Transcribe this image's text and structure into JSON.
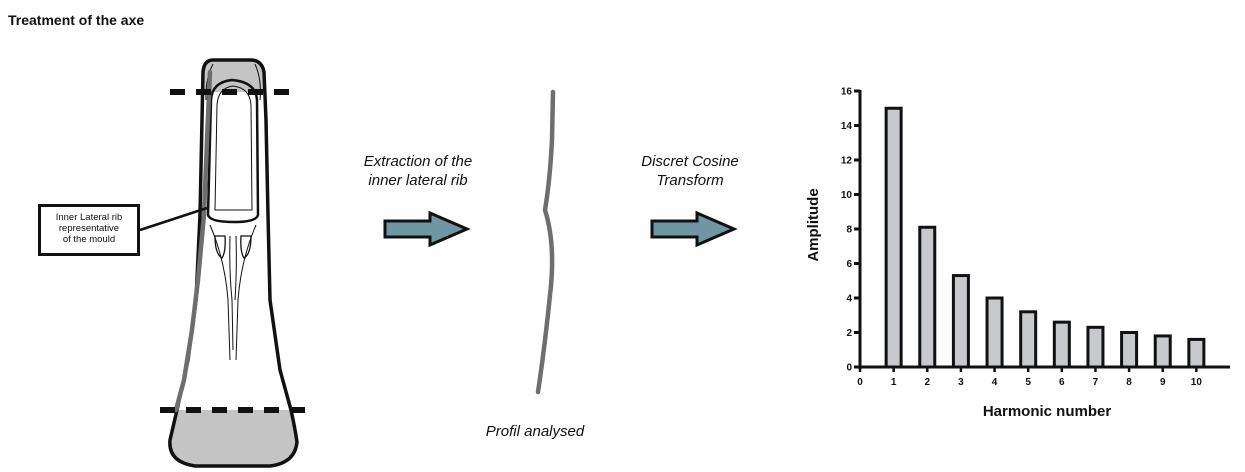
{
  "title": "Treatment of the axe",
  "callout": {
    "lines": [
      "Inner Lateral rib",
      "representative",
      "of the mould"
    ]
  },
  "step1": {
    "lines": [
      "Extraction of the",
      "inner lateral rib"
    ]
  },
  "step2": {
    "lines": [
      "Discret Cosine",
      "Transform"
    ]
  },
  "profile_caption": "Profil analysed",
  "colors": {
    "arrow_fill": "#6e97a3",
    "bar_fill": "#c7c9cc",
    "stroke": "#111111",
    "shaded": "#c4c4c4",
    "rib": "#6e6e6e"
  },
  "chart_data": {
    "type": "bar",
    "xlabel": "Harmonic number",
    "ylabel": "Amplitude",
    "xlim": [
      0,
      11
    ],
    "ylim": [
      0,
      16
    ],
    "x_ticks": [
      0,
      1,
      2,
      3,
      4,
      5,
      6,
      7,
      8,
      9,
      10
    ],
    "y_ticks": [
      0,
      2,
      4,
      6,
      8,
      10,
      12,
      14,
      16
    ],
    "categories": [
      1,
      2,
      3,
      4,
      5,
      6,
      7,
      8,
      9,
      10
    ],
    "values": [
      15.0,
      8.1,
      5.3,
      4.0,
      3.2,
      2.6,
      2.3,
      2.0,
      1.8,
      1.6
    ],
    "grid": false
  }
}
